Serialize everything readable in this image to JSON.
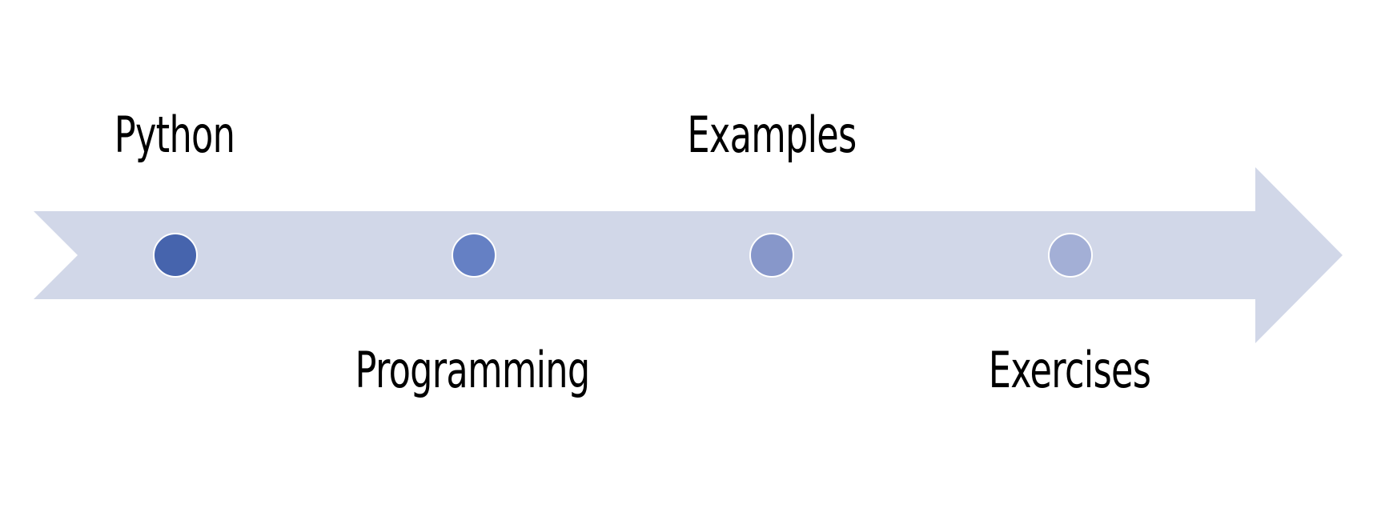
{
  "timeline": {
    "arrow_color": "#D1D7E8",
    "milestones": [
      {
        "label": "Python",
        "dot_color": "#4664AD",
        "position": "above"
      },
      {
        "label": "Programming",
        "dot_color": "#6580C4",
        "position": "below"
      },
      {
        "label": "Examples",
        "dot_color": "#8797CA",
        "position": "above"
      },
      {
        "label": "Exercises",
        "dot_color": "#A3AFD6",
        "position": "below"
      }
    ]
  }
}
